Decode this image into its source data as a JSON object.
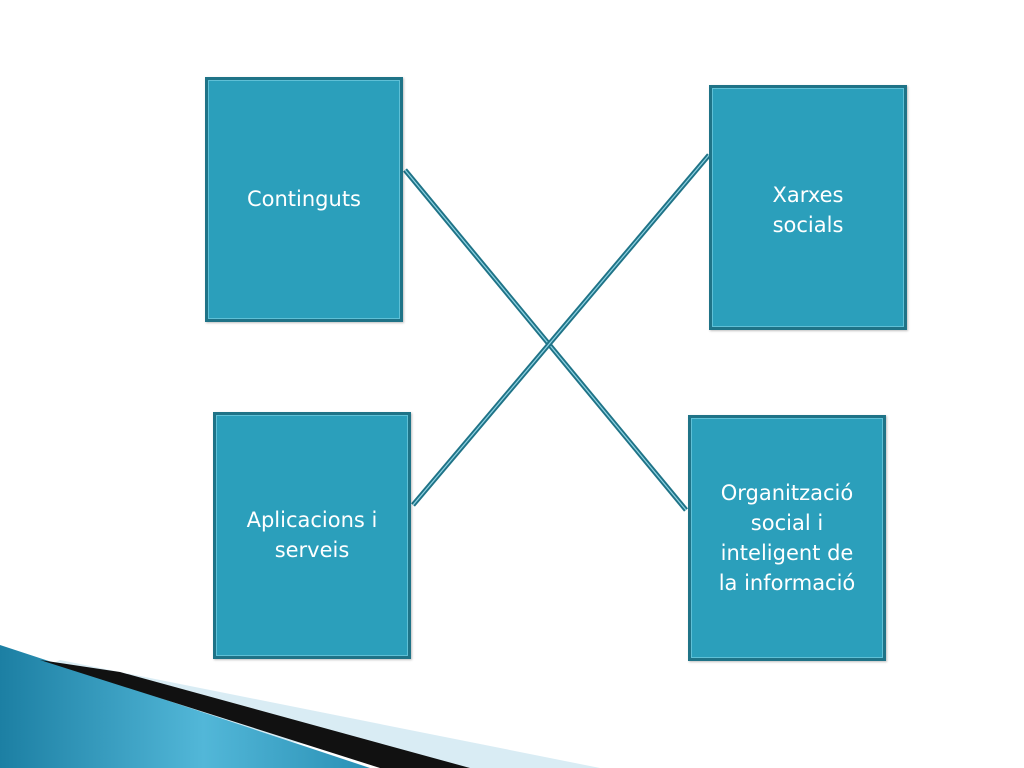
{
  "diagram": {
    "nodes": {
      "top_left": "Continguts",
      "top_right": "Xarxes\nsocials",
      "bottom_left": "Aplicacions i\nserveis",
      "bottom_right": "Organització\nsocial i\ninteligent de\nla informació"
    },
    "edges": [
      {
        "from": "top_left",
        "to": "bottom_right"
      },
      {
        "from": "top_right",
        "to": "bottom_left"
      }
    ]
  },
  "colors": {
    "box_fill": "#2b9fbb",
    "box_border": "#1f7387",
    "connector": "#1f7387",
    "corner_blue": "#3fa9c9",
    "corner_dark": "#111111",
    "corner_light": "#d9ecf4"
  }
}
